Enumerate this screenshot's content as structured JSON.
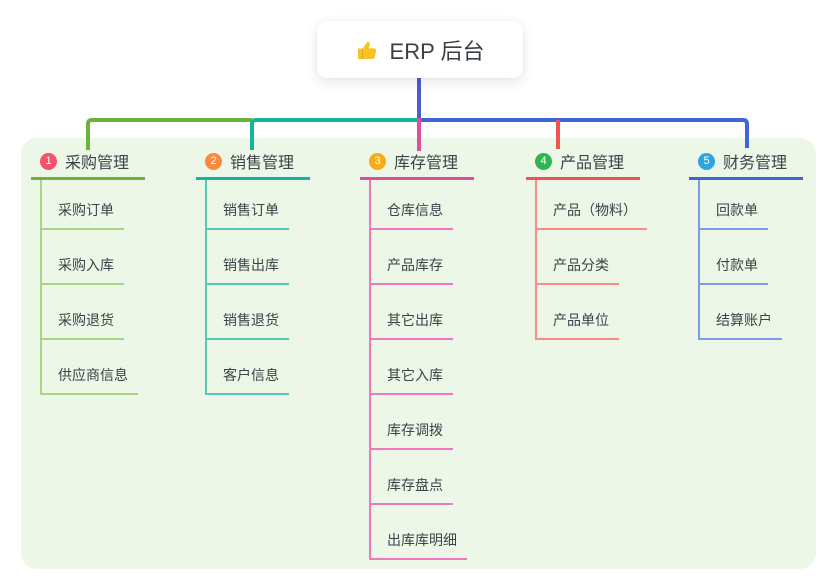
{
  "root": {
    "label": "ERP 后台",
    "icon": "thumbs-up-icon",
    "line_color": "#4a5cd6"
  },
  "panel_color": "#edf7e7",
  "text_color": "#3d4249",
  "branches": [
    {
      "number": "1",
      "name": "采购管理",
      "color": "#6cb33c",
      "sub_color": "#a9d583",
      "badge_color": "#f5506c",
      "items": [
        "采购订单",
        "采购入库",
        "采购退货",
        "供应商信息"
      ]
    },
    {
      "number": "2",
      "name": "销售管理",
      "color": "#14b3a2",
      "sub_color": "#57c7b8",
      "badge_color": "#f98b3f",
      "items": [
        "销售订单",
        "销售出库",
        "销售退货",
        "客户信息"
      ]
    },
    {
      "number": "3",
      "name": "库存管理",
      "color": "#dc4f9d",
      "sub_color": "#ee77bf",
      "badge_color": "#f9ab19",
      "items": [
        "仓库信息",
        "产品库存",
        "其它出库",
        "其它入库",
        "库存调拨",
        "库存盘点",
        "出库库明细"
      ]
    },
    {
      "number": "4",
      "name": "产品管理",
      "color": "#f2534f",
      "sub_color": "#f78d85",
      "badge_color": "#2eb450",
      "items": [
        "产品（物料）",
        "产品分类",
        "产品单位"
      ]
    },
    {
      "number": "5",
      "name": "财务管理",
      "color": "#3f66d8",
      "sub_color": "#7d9ce8",
      "badge_color": "#2da6e0",
      "items": [
        "回款单",
        "付款单",
        "结算账户"
      ]
    }
  ]
}
